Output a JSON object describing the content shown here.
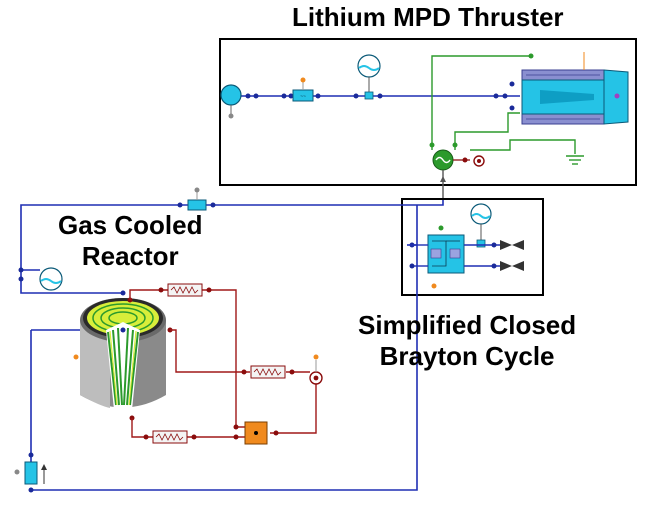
{
  "labels": {
    "thruster_title": "Lithium MPD Thruster",
    "reactor_line1": "Gas Cooled",
    "reactor_line2": "Reactor",
    "brayton_line1": "Simplified Closed",
    "brayton_line2": "Brayton Cycle"
  },
  "colors": {
    "blue_line": "#1f2fb4",
    "red_line": "#a01818",
    "green_line": "#2c9a2c",
    "cyan_component": "#25c3e6",
    "orange_component": "#f08a1e",
    "port_blue": "#1a2a9a",
    "port_red": "#8a0c0c"
  },
  "icons": [
    "tank-icon",
    "pump-icon",
    "accumulator-icon",
    "mpd-thruster-icon",
    "generator-icon",
    "ground-icon",
    "turbine-compressor-icon",
    "valve-icon",
    "heat-exchanger-icon",
    "reactor-core-icon",
    "mixer-icon",
    "sensor-icon"
  ]
}
